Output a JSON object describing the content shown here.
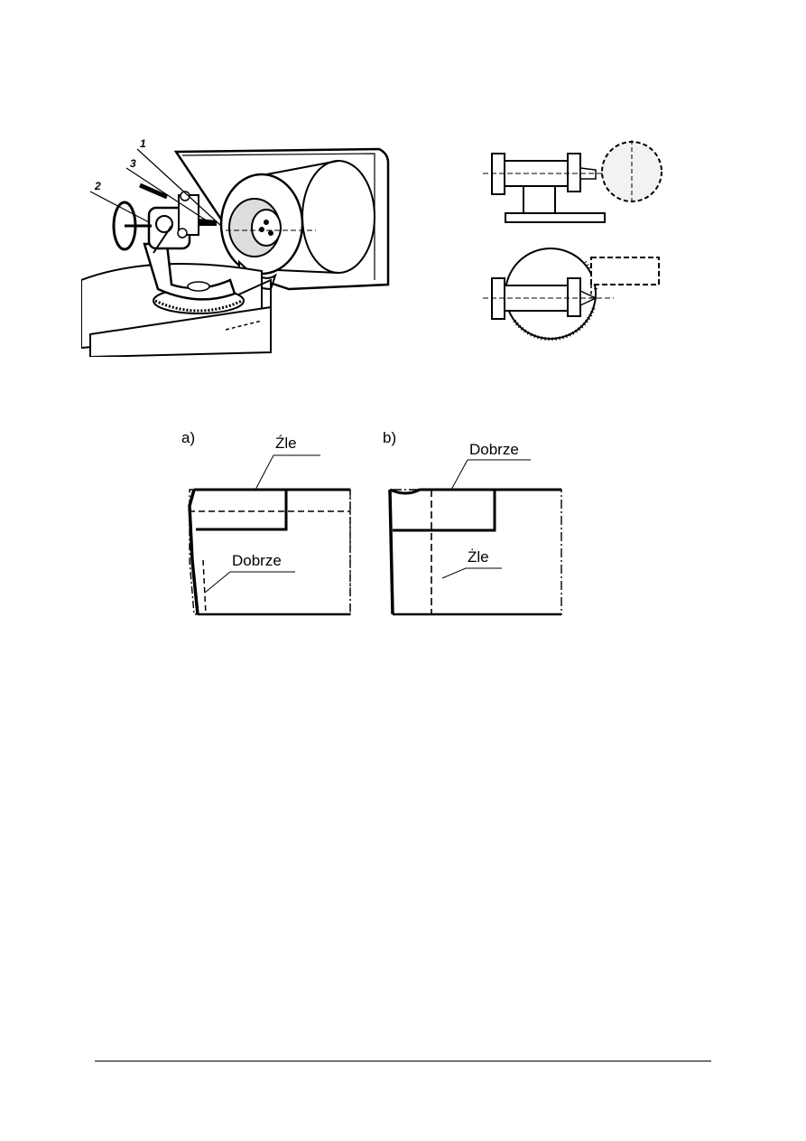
{
  "machine_figure": {
    "callouts": [
      "1",
      "3",
      "2"
    ]
  },
  "panel_a": {
    "label": "a)",
    "top_note": "Źle",
    "side_note": "Dobrze"
  },
  "panel_b": {
    "label": "b)",
    "top_note": "Dobrze",
    "side_note": "Żle"
  }
}
